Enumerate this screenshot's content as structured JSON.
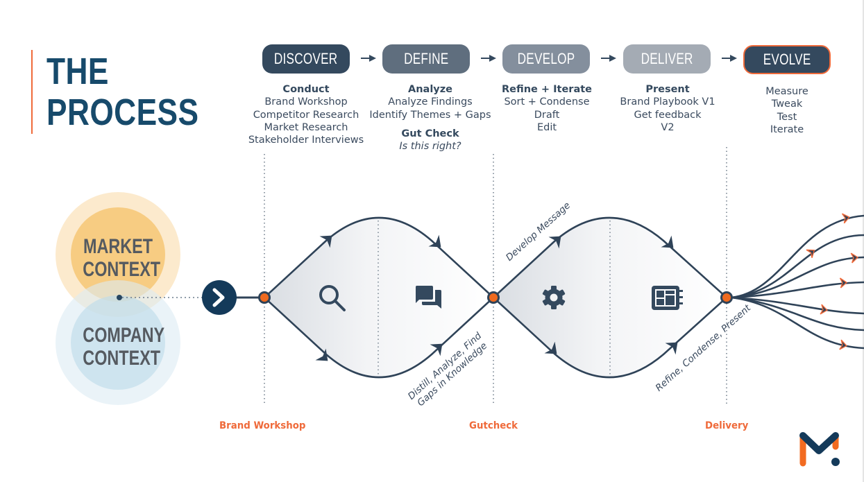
{
  "title": {
    "line1": "THE",
    "line2": "PROCESS"
  },
  "stages": [
    {
      "id": "discover",
      "label": "DISCOVER",
      "heading": "Conduct",
      "items": [
        "Brand Workshop",
        "Competitor Research",
        "Market Research",
        "Stakeholder Interviews"
      ]
    },
    {
      "id": "define",
      "label": "DEFINE",
      "heading": "Analyze",
      "items": [
        "Analyze Findings",
        "Identify Themes + Gaps"
      ],
      "sub_heading": "Gut Check",
      "sub_italic": "Is this right?"
    },
    {
      "id": "develop",
      "label": "DEVELOP",
      "heading": "Refine + Iterate",
      "items": [
        "Sort + Condense",
        "Draft",
        "Edit"
      ]
    },
    {
      "id": "deliver",
      "label": "DELIVER",
      "heading": "Present",
      "items": [
        "Brand Playbook V1",
        "Get feedback",
        "V2"
      ]
    },
    {
      "id": "evolve",
      "label": "EVOLVE",
      "heading": "",
      "items": [
        "Measure",
        "Tweak",
        "Test",
        "Iterate"
      ]
    }
  ],
  "context": {
    "market": {
      "line1": "MARKET",
      "line2": "CONTEXT"
    },
    "company": {
      "line1": "COMPANY",
      "line2": "CONTEXT"
    }
  },
  "flow_labels": {
    "distill": {
      "line1": "Distill, Analyze, Find",
      "line2": "Gaps in Knowledge"
    },
    "develop_message": "Develop Message",
    "refine": "Refine, Condense, Present"
  },
  "icons": {
    "start": "chevron-right-icon",
    "discover": "search-icon",
    "define": "chat-bubbles-icon",
    "develop": "gear-icon",
    "deliver": "playbook-icon",
    "logo": "m-logo-icon"
  },
  "milestones": [
    {
      "label": "Brand Workshop"
    },
    {
      "label": "Gutcheck"
    },
    {
      "label": "Delivery"
    }
  ],
  "colors": {
    "navy": "#34495e",
    "title_blue": "#174a6b",
    "accent_orange": "#ef6a3a",
    "market_yellow": "#f6c97a",
    "company_blue": "#cfe5ef"
  }
}
